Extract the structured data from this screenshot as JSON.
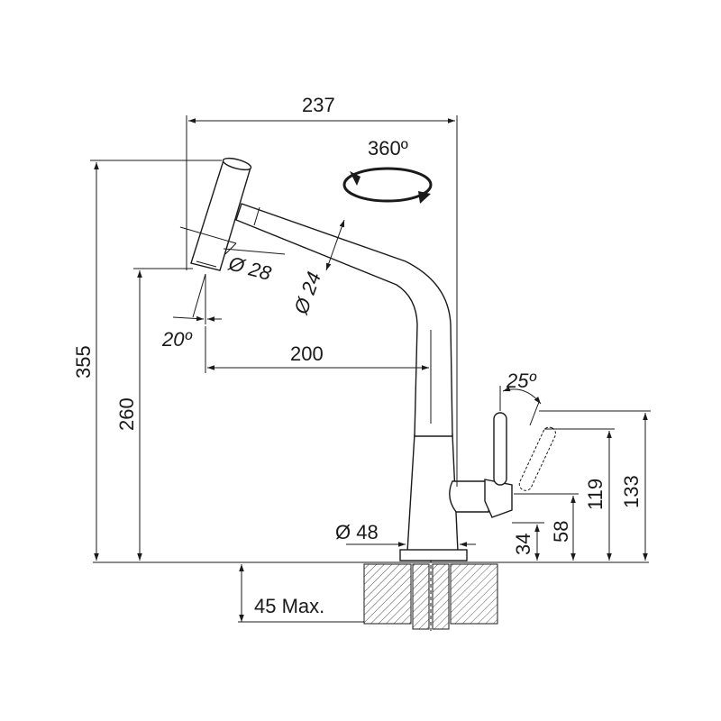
{
  "dimensions": {
    "width_total": "237",
    "rotation": "360º",
    "spray_diameter": "Ø 28",
    "spout_diameter": "Ø 24",
    "spray_angle": "20º",
    "reach": "200",
    "height_total": "355",
    "height_spout": "260",
    "lever_angle": "25º",
    "lever_height_1": "119",
    "lever_height_2": "133",
    "lever_height_3": "58",
    "lever_height_4": "34",
    "base_diameter": "Ø 48",
    "mount_thickness": "45 Max."
  },
  "colors": {
    "line": "#1a1a1a",
    "background": "#ffffff",
    "hatch": "#555555"
  }
}
